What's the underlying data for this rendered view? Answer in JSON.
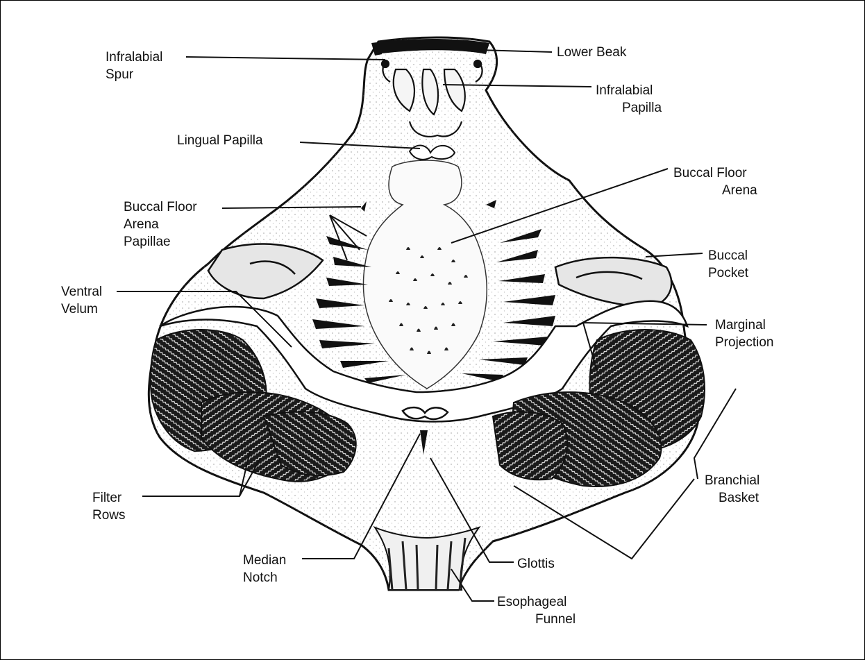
{
  "figure": {
    "palette": {
      "ink": "#111111",
      "paper": "#ffffff",
      "stipple": "#8a8a8a",
      "shade": "#222222"
    }
  },
  "labels": {
    "infralabial_spur": [
      "Infralabial",
      "Spur"
    ],
    "lower_beak": [
      "Lower Beak"
    ],
    "infralabial_papilla": [
      "Infralabial",
      "Papilla"
    ],
    "lingual_papilla": [
      "Lingual Papilla"
    ],
    "buccal_floor_arena": [
      "Buccal Floor",
      "Arena"
    ],
    "buccal_floor_arena_papillae": [
      "Buccal Floor",
      "Arena",
      "Papillae"
    ],
    "buccal_pocket": [
      "Buccal",
      "Pocket"
    ],
    "ventral_velum": [
      "Ventral",
      "Velum"
    ],
    "marginal_projection": [
      "Marginal",
      "Projection"
    ],
    "branchial_basket": [
      "Branchial",
      "Basket"
    ],
    "filter_rows": [
      "Filter",
      "Rows"
    ],
    "median_notch": [
      "Median",
      "Notch"
    ],
    "glottis": [
      "Glottis"
    ],
    "esophageal_funnel": [
      "Esophageal",
      "Funnel"
    ]
  }
}
